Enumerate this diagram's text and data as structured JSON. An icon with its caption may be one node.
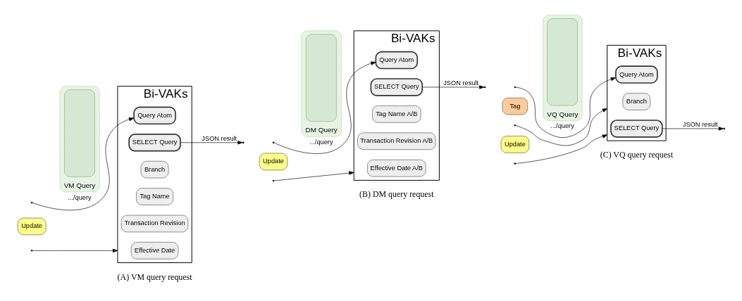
{
  "diagram": {
    "nodes": [
      {
        "text": [
          "Bi-VAKs"
        ]
      },
      {
        "text": [
          "VM Query"
        ]
      },
      {
        "text": [],
        "shape": "box",
        "in": 1
      },
      {
        "text": [
          "Query Atom"
        ],
        "in": 0
      },
      {
        "text": [
          "SELECT Query"
        ],
        "in": 0
      },
      {
        "text": [
          "Branch"
        ],
        "in": 0
      },
      {
        "text": [
          "Tag Name"
        ],
        "in": 0
      },
      {
        "text": [
          "Transaction Revision"
        ],
        "in": 0
      },
      {
        "text": [
          "Effective Date"
        ],
        "in": 0
      },
      {
        "text": [
          "Update"
        ]
      },
      {
        "text": [
          "Bi-VAKs"
        ]
      },
      {
        "text": [
          "DM Query"
        ]
      },
      {
        "text": [],
        "shape": "box",
        "in": 11
      },
      {
        "text": [
          "Query Atom"
        ],
        "in": 10
      },
      {
        "text": [
          "SELECT Query"
        ],
        "in": 10
      },
      {
        "text": [
          "Tag Name A/B"
        ],
        "in": 10
      },
      {
        "text": [
          "Transaction Revision A/B"
        ],
        "in": 10
      },
      {
        "text": [
          "Effective Date A/B"
        ],
        "in": 10
      },
      {
        "text": [
          "Update"
        ]
      },
      {
        "text": [
          "Bi-VAKs"
        ]
      },
      {
        "text": [
          "VQ Query"
        ]
      },
      {
        "text": [],
        "shape": "box",
        "in": 20
      },
      {
        "text": [
          "Query Atom"
        ],
        "in": 19
      },
      {
        "text": [
          "SELECT Query"
        ],
        "in": 19
      },
      {
        "text": [
          "Branch"
        ],
        "in": 19
      },
      {
        "text": [
          "Tag"
        ]
      },
      {
        "text": [
          "Update"
        ]
      }
    ],
    "edges": [
      {
        "from": null,
        "to": 3,
        "arrow": "to",
        "label": ".../query"
      },
      {
        "from": 4,
        "to": null,
        "arrow": "to",
        "label": "JSON result"
      },
      {
        "from": null,
        "to": 0,
        "arrow": "to"
      },
      {
        "from": null,
        "to": 13,
        "arrow": "to",
        "label": ".../query"
      },
      {
        "from": 14,
        "to": null,
        "arrow": "to",
        "label": "JSON result"
      },
      {
        "from": null,
        "to": 10,
        "arrow": "to"
      },
      {
        "from": null,
        "to": 22,
        "arrow": "to",
        "label": ".../query"
      },
      {
        "from": 23,
        "to": null,
        "arrow": "to",
        "label": "JSON result"
      },
      {
        "from": null,
        "to": 19,
        "arrow": "to"
      },
      {
        "from": null,
        "to": 19,
        "arrow": "to"
      }
    ],
    "labels": [
      "(A) VM query request",
      "(B) DM query request",
      "(C) VQ query request"
    ]
  }
}
